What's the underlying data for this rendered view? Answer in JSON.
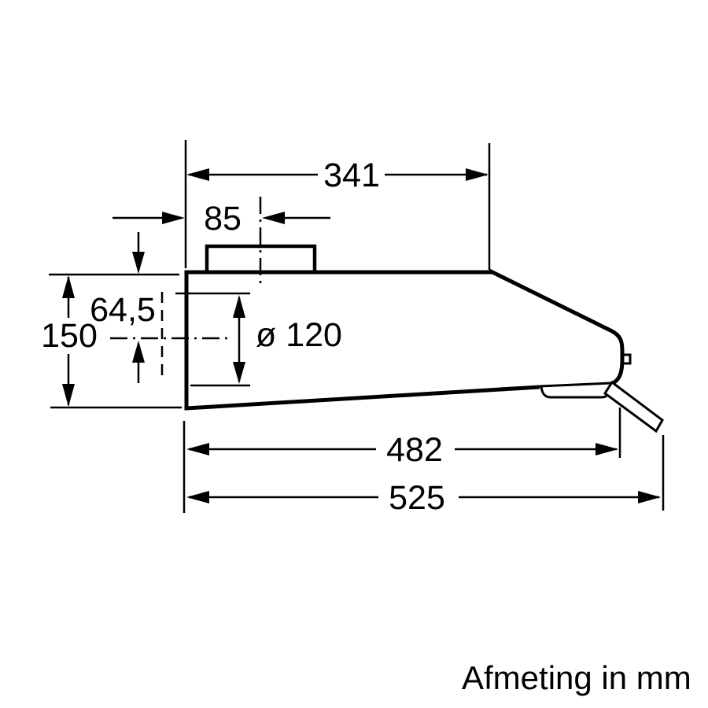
{
  "caption": "Afmeting in mm",
  "dimensions": {
    "top_width": "341",
    "duct_offset": "85",
    "duct_diameter": "ø 120",
    "height": "150",
    "duct_center_from_top": "64,5",
    "bottom_depth": "482",
    "total_depth": "525"
  },
  "colors": {
    "line": "#000000",
    "background": "#ffffff"
  }
}
